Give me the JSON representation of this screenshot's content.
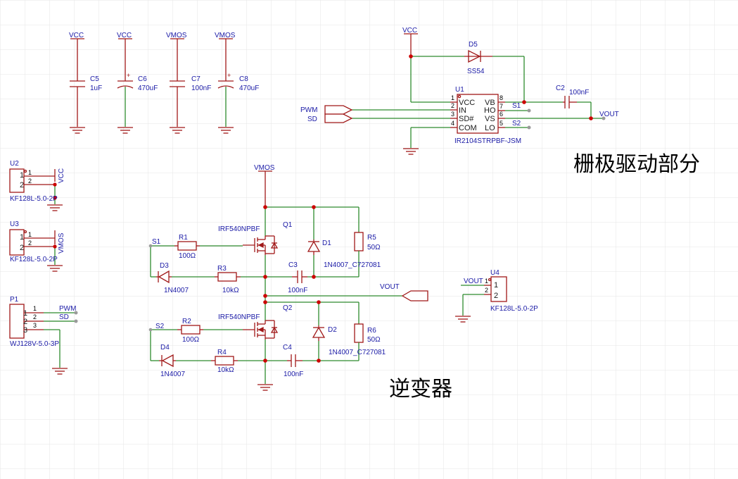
{
  "colors": {
    "wire": "#2e8b2e",
    "part": "#a01818",
    "label": "#1a1aa6",
    "junction": "#cc0000",
    "grid": "#e4e4e4"
  },
  "texts": {
    "gate_drive_title": "栅极驱动部分",
    "inverter_title": "逆变器"
  },
  "power": {
    "vcc": "VCC",
    "vmos": "VMOS"
  },
  "caps": {
    "c5": {
      "ref": "C5",
      "val": "1uF"
    },
    "c6": {
      "ref": "C6",
      "val": "470uF"
    },
    "c7": {
      "ref": "C7",
      "val": "100nF"
    },
    "c8": {
      "ref": "C8",
      "val": "470uF"
    },
    "c2": {
      "ref": "C2",
      "val": "100nF"
    },
    "c3": {
      "ref": "C3",
      "val": "100nF"
    },
    "c4": {
      "ref": "C4",
      "val": "100nF"
    }
  },
  "driver": {
    "ref": "U1",
    "part": "IR2104STRPBF-JSM",
    "left_pins": [
      "VCC",
      "IN",
      "SD#",
      "COM"
    ],
    "left_nums": [
      "1",
      "2",
      "3",
      "4"
    ],
    "right_pins": [
      "VB",
      "HO",
      "VS",
      "LO"
    ],
    "right_nums": [
      "8",
      "7",
      "6",
      "5"
    ],
    "d5_ref": "D5",
    "d5_val": "SS54",
    "net_s1": "S1",
    "net_s2": "S2",
    "net_vout": "VOUT",
    "pwm": "PWM",
    "sd": "SD"
  },
  "connectors": {
    "u2": {
      "ref": "U2",
      "part": "KF128L-5.0-2P",
      "net": "VCC",
      "pins": [
        "1",
        "2"
      ]
    },
    "u3": {
      "ref": "U3",
      "part": "KF128L-5.0-2P",
      "net": "VMOS",
      "pins": [
        "1",
        "2"
      ]
    },
    "p1": {
      "ref": "P1",
      "part": "WJ128V-5.0-3P",
      "nets": [
        "PWM",
        "SD"
      ],
      "pins": [
        "1",
        "2",
        "3"
      ]
    },
    "u4": {
      "ref": "U4",
      "part": "KF128L-5.0-2P",
      "net": "VOUT",
      "pins": [
        "1",
        "2"
      ]
    }
  },
  "inverter": {
    "q1": {
      "ref": "Q1",
      "part": "IRF540NPBF"
    },
    "q2": {
      "ref": "Q2",
      "part": "IRF540NPBF"
    },
    "r1": {
      "ref": "R1",
      "val": "100Ω"
    },
    "r2": {
      "ref": "R2",
      "val": "100Ω"
    },
    "r3": {
      "ref": "R3",
      "val": "10kΩ"
    },
    "r4": {
      "ref": "R4",
      "val": "10kΩ"
    },
    "r5": {
      "ref": "R5",
      "val": "50Ω"
    },
    "r6": {
      "ref": "R6",
      "val": "50Ω"
    },
    "d1": {
      "ref": "D1",
      "val": "1N4007_C727081"
    },
    "d2": {
      "ref": "D2",
      "val": "1N4007_C727081"
    },
    "d3": {
      "ref": "D3",
      "val": "1N4007"
    },
    "d4": {
      "ref": "D4",
      "val": "1N4007"
    },
    "s1": "S1",
    "s2": "S2",
    "vout": "VOUT",
    "vmos": "VMOS"
  }
}
